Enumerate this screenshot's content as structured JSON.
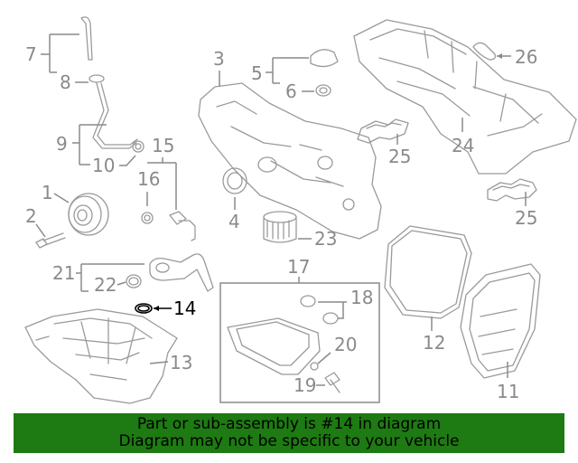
{
  "diagram": {
    "callouts": {
      "c1": "1",
      "c2": "2",
      "c3": "3",
      "c5": "5",
      "c6": "6",
      "c7": "7",
      "c8": "8",
      "c9": "9",
      "c10": "10",
      "c11": "11",
      "c12": "12",
      "c13": "13",
      "c14": "14",
      "c15": "15",
      "c16": "16",
      "c17": "17",
      "c18": "18",
      "c19": "19",
      "c20": "20",
      "c21": "21",
      "c22": "22",
      "c23": "23",
      "c24": "24",
      "c25a": "25",
      "c25b": "25",
      "c26": "26",
      "c4": "4"
    },
    "highlighted_part": "14",
    "colors": {
      "lines": "#9a9a9a",
      "highlight": "#000000",
      "banner_bg": "#1e7a12"
    }
  },
  "banner": {
    "line1": "Part or sub-assembly is #14 in diagram",
    "line2": "Diagram may not be specific to your vehicle"
  }
}
